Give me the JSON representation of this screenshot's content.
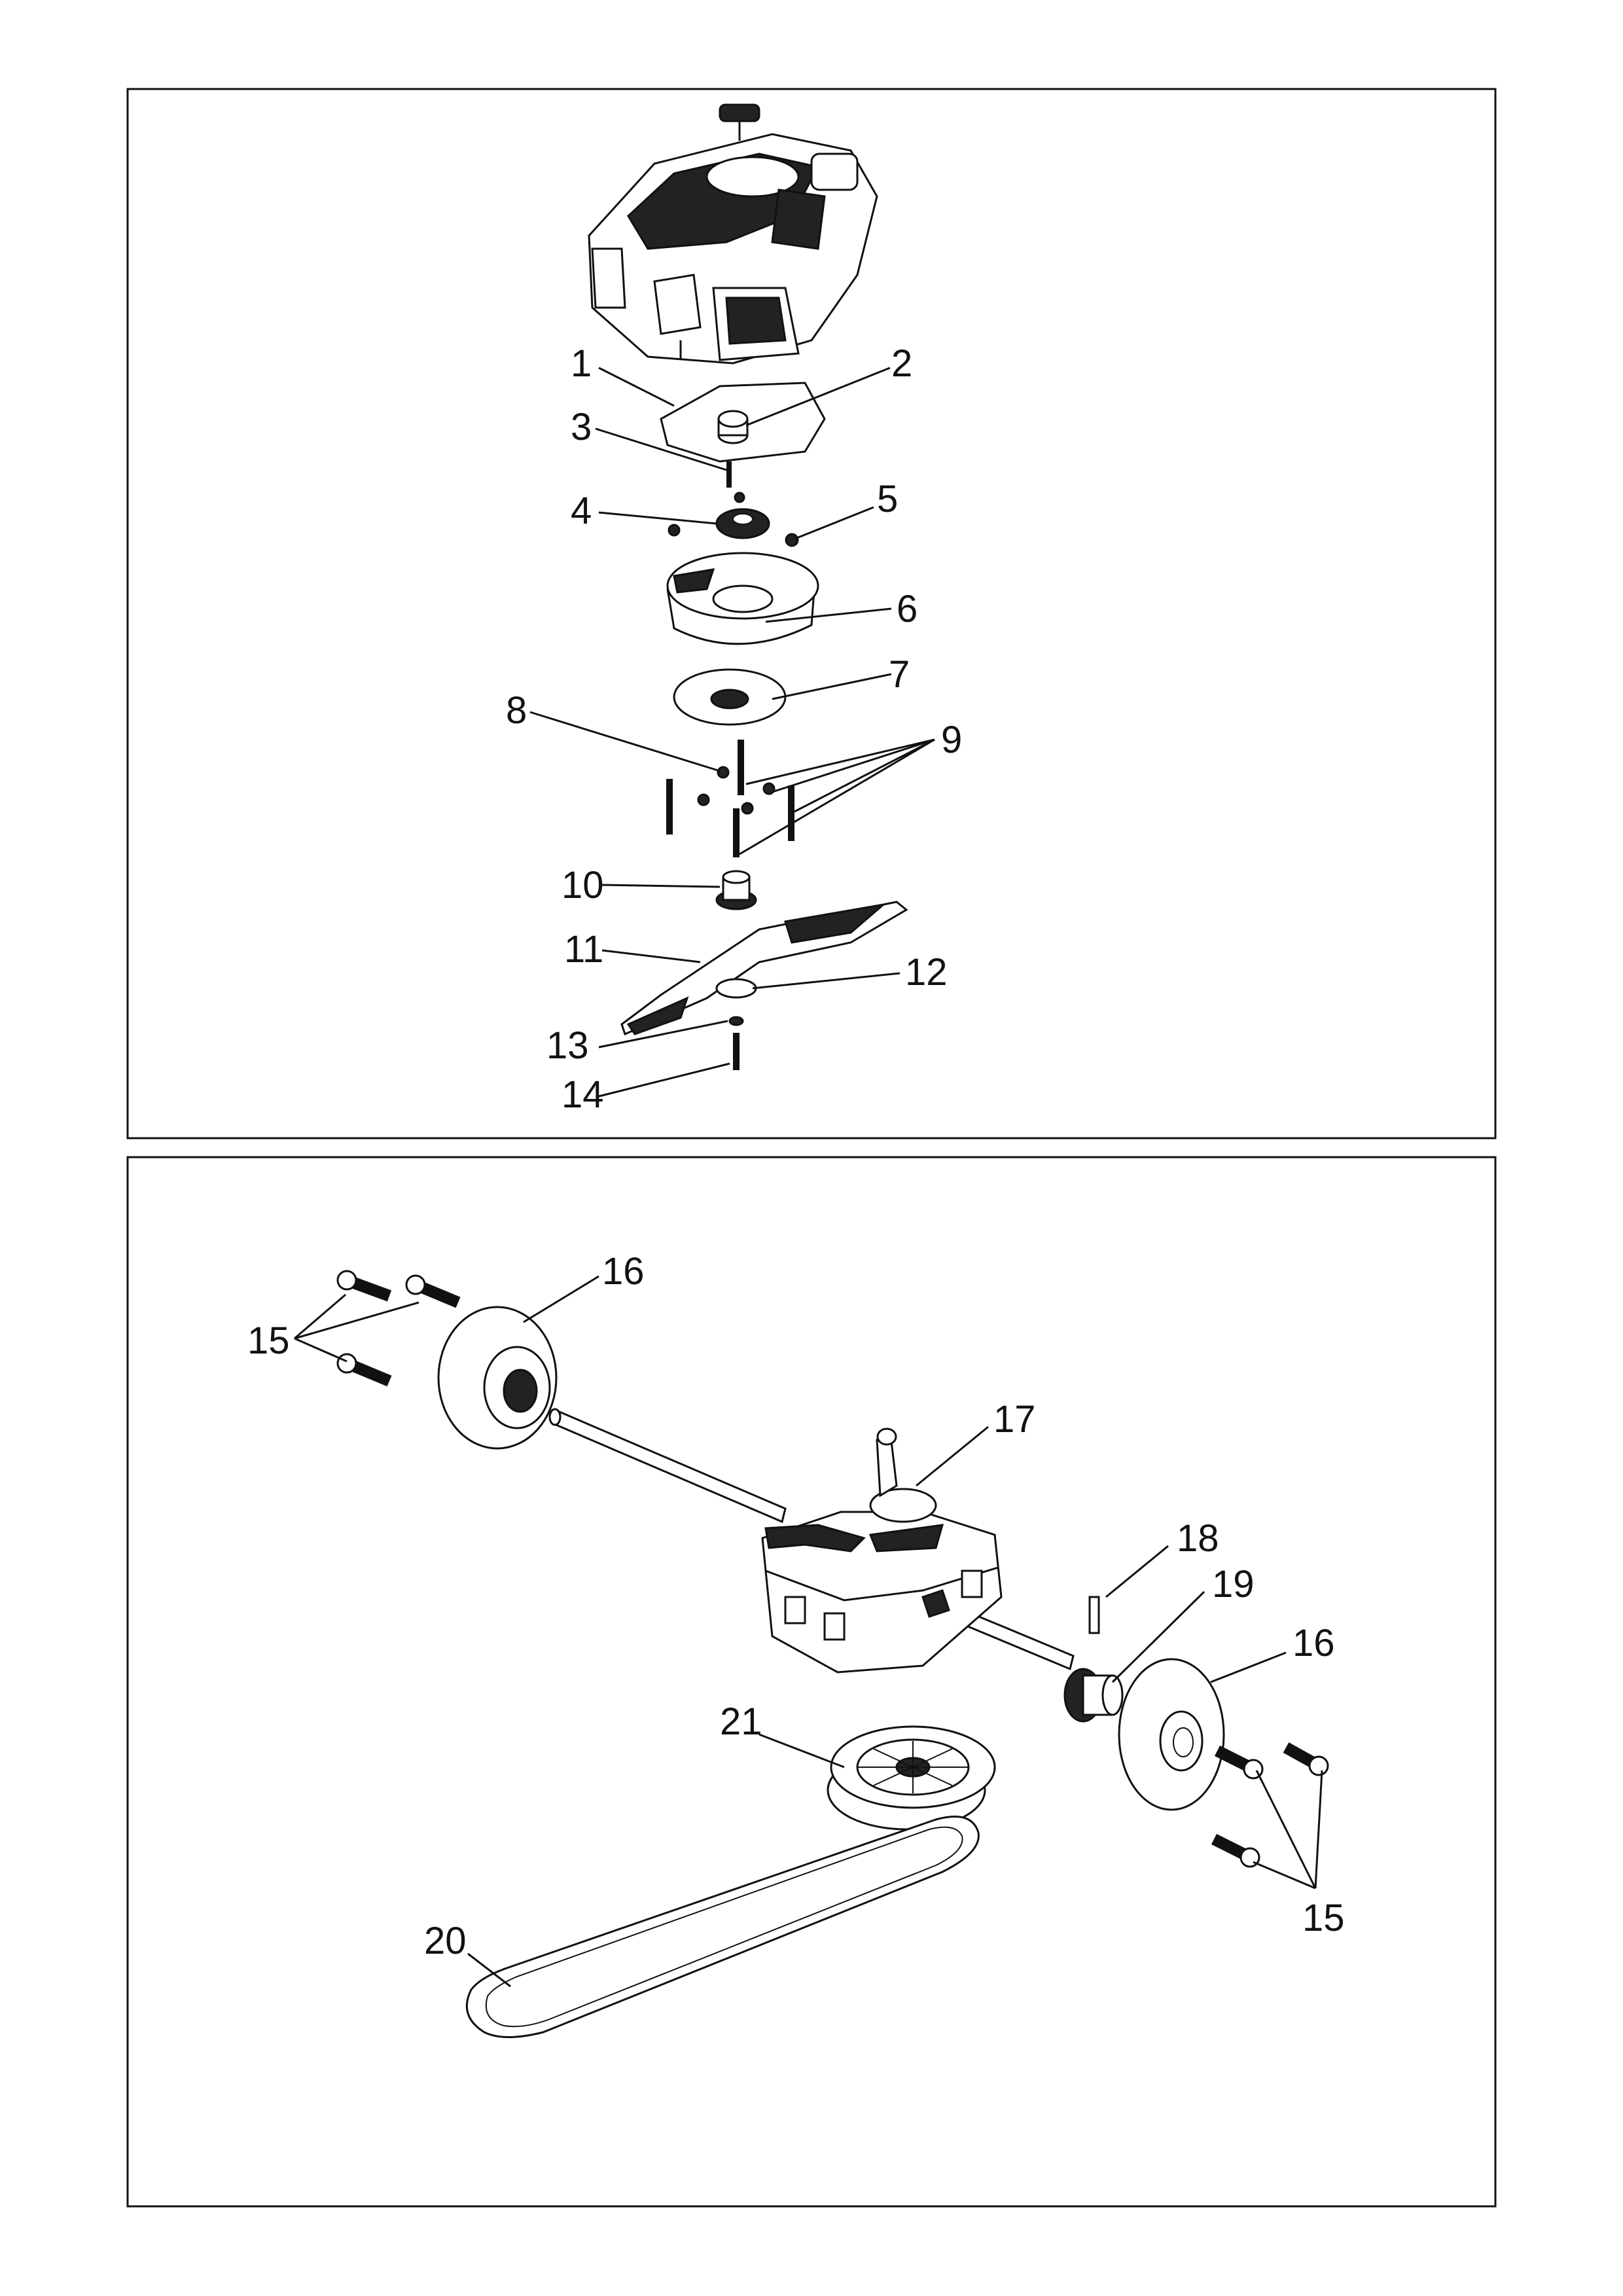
{
  "upper_diagram": {
    "callouts": [
      "1",
      "2",
      "3",
      "4",
      "5",
      "6",
      "7",
      "8",
      "9",
      "10",
      "11",
      "12",
      "13",
      "14"
    ]
  },
  "lower_diagram": {
    "callouts": [
      "15",
      "16",
      "17",
      "18",
      "19",
      "16",
      "15",
      "21",
      "20"
    ]
  }
}
